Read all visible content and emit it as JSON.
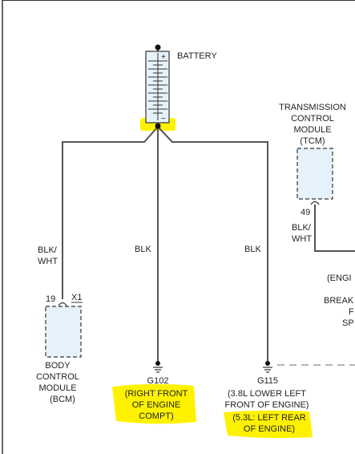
{
  "battery": {
    "label": "BATTERY",
    "plus": "+",
    "minus": "−"
  },
  "tcm": {
    "lines": [
      "TRANSMISSION",
      "CONTROL",
      "MODULE",
      "(TCM)"
    ],
    "pin": "49",
    "wire_color": [
      "BLK/",
      "WHT"
    ]
  },
  "bcm": {
    "lines": [
      "BODY",
      "CONTROL",
      "MODULE",
      "(BCM)"
    ],
    "pin": "19",
    "connector": "X1",
    "wire_color": [
      "BLK/",
      "WHT"
    ]
  },
  "wire_mid": {
    "color": "BLK"
  },
  "wire_right": {
    "color": "BLK"
  },
  "g102": {
    "id": "G102",
    "lines": [
      "(RIGHT FRONT",
      "OF ENGINE",
      "COMPT)"
    ]
  },
  "g115": {
    "id": "G115",
    "lines": [
      "(3.8L LOWER LEFT",
      "FRONT OF ENGINE)",
      "(5.3L: LEFT REAR",
      "OF ENGINE)"
    ]
  },
  "right_edge": {
    "lines": [
      "(ENGI",
      "BREAK",
      "F",
      "SP"
    ]
  },
  "colors": {
    "highlight": "#fff200",
    "module_fill": "#e6f2fb",
    "wire": "#555555"
  }
}
